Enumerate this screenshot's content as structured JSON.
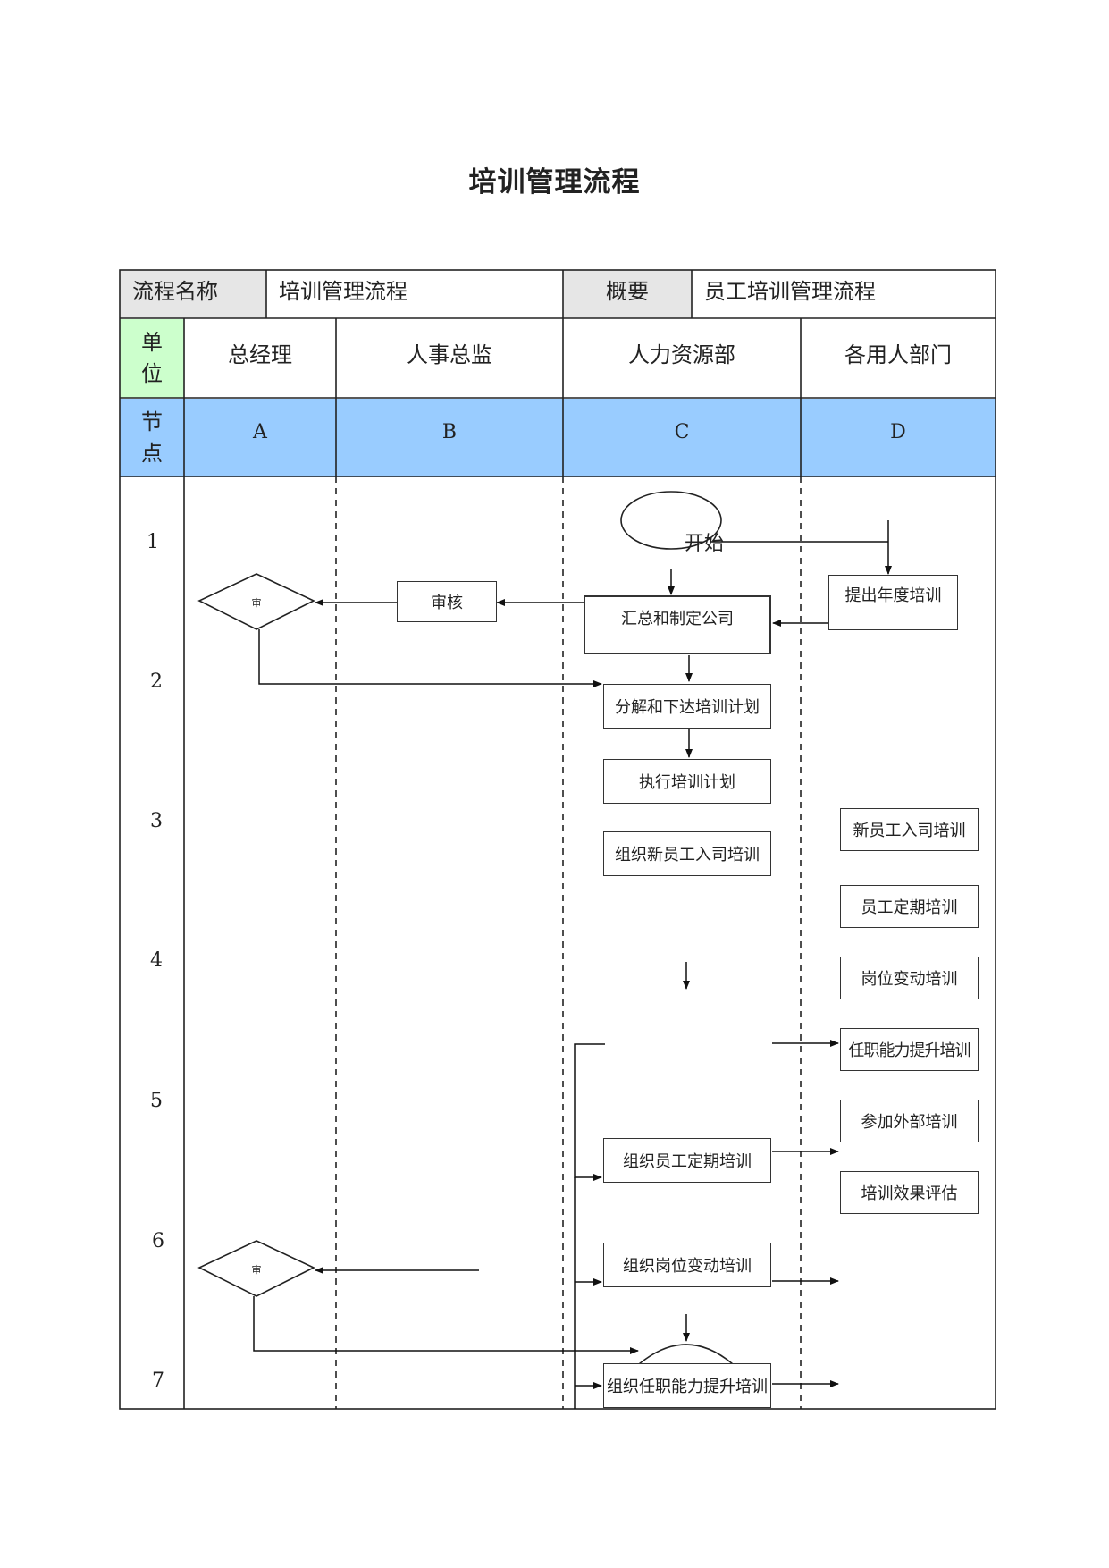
{
  "title": "培训管理流程",
  "header": {
    "name_label": "流程名称",
    "name_value": "培训管理流程",
    "summary_label": "概要",
    "summary_value": "员工培训管理流程"
  },
  "units": {
    "label": "单\n位",
    "columns": [
      "总经理",
      "人事总监",
      "人力资源部",
      "各用人部门"
    ]
  },
  "nodes": {
    "label": "节\n点",
    "columns": [
      "A",
      "B",
      "C",
      "D"
    ]
  },
  "rows": [
    "1",
    "2",
    "3",
    "4",
    "5",
    "6",
    "7"
  ],
  "flow": {
    "start": "开始",
    "review": "审核",
    "summarize": "汇总和制定公司",
    "propose": "提出年度培训",
    "propose_sub": ". . .",
    "decompose": "分解和下达培训计划",
    "execute": "执行培训计划",
    "org_new": "组织新员工入司培训",
    "org_regular": "组织员工定期培训",
    "org_change": "组织岗位变动培训",
    "org_ability": "组织任职能力提升培训",
    "d_new": "新员工入司培训",
    "d_regular": "员工定期培训",
    "d_change": "岗位变动培训",
    "d_ability": "任职能力提升培训",
    "d_external": "参加外部培训",
    "d_evaluate": "培训效果评估",
    "diamond1": "审",
    "diamond2": "审"
  }
}
